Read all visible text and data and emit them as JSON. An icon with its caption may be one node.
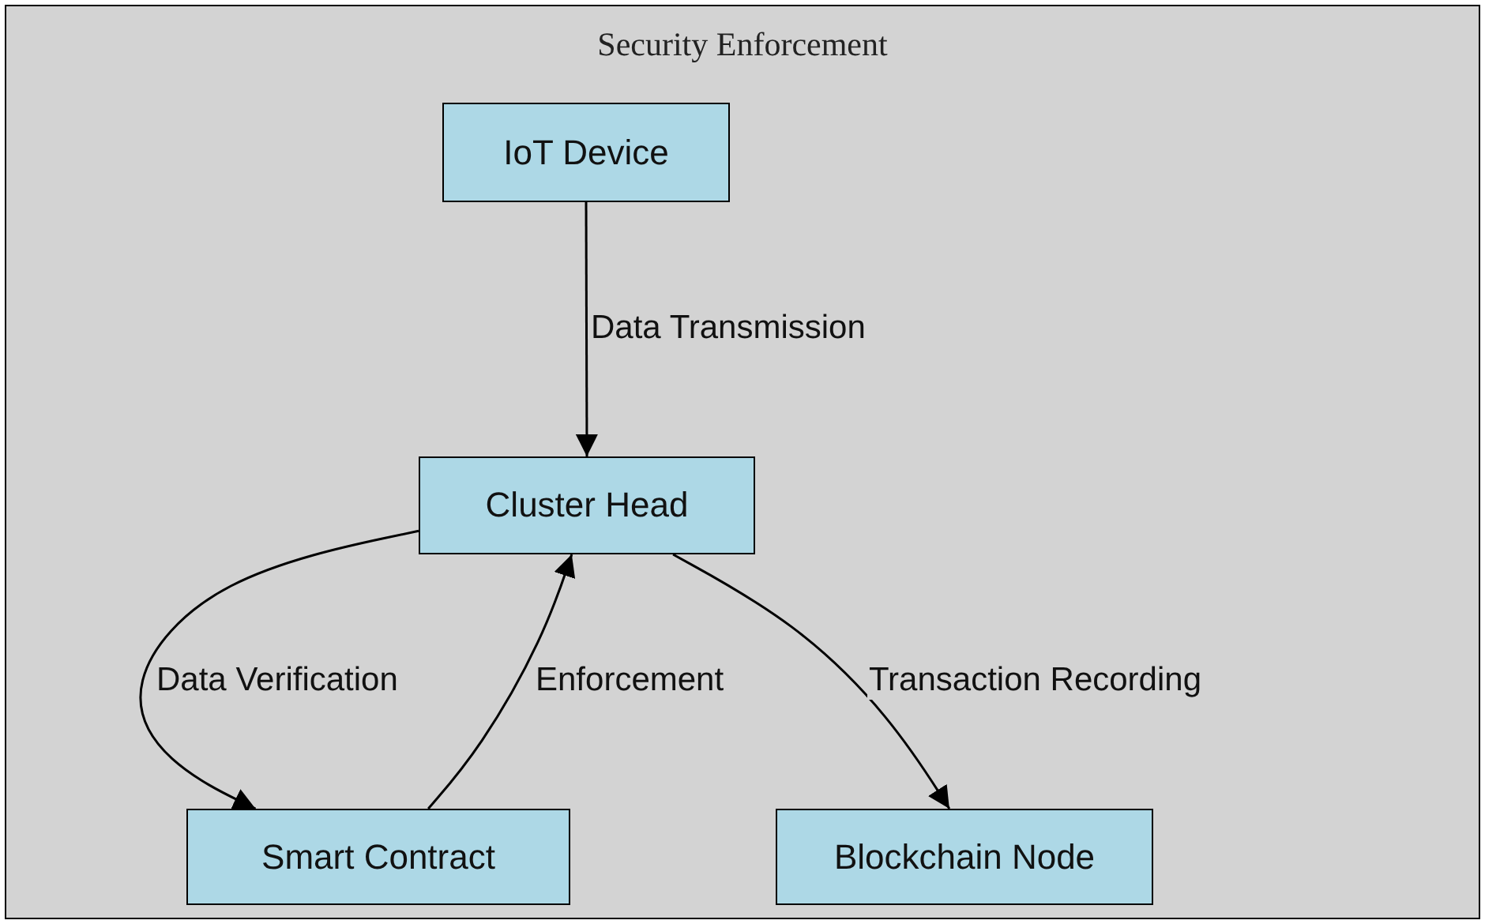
{
  "diagram": {
    "nodes": [
      {
        "text": [
          "Security Enforcement"
        ]
      },
      {
        "text": [
          "IoT Device"
        ],
        "in": 0
      },
      {
        "text": [
          "Cluster Head"
        ],
        "in": 0
      },
      {
        "text": [
          "Smart Contract"
        ],
        "in": 0
      },
      {
        "text": [
          "Blockchain Node"
        ],
        "in": 0
      }
    ],
    "edges": [
      {
        "from": 1,
        "to": 2,
        "arrow": "to",
        "label": "Data Transmission"
      },
      {
        "from": 2,
        "to": 3,
        "arrow": "to",
        "label": "Data Verification"
      },
      {
        "from": 3,
        "to": 2,
        "arrow": "to",
        "label": "Enforcement"
      },
      {
        "from": 2,
        "to": 4,
        "arrow": "to",
        "label": "Transaction Recording"
      }
    ]
  }
}
